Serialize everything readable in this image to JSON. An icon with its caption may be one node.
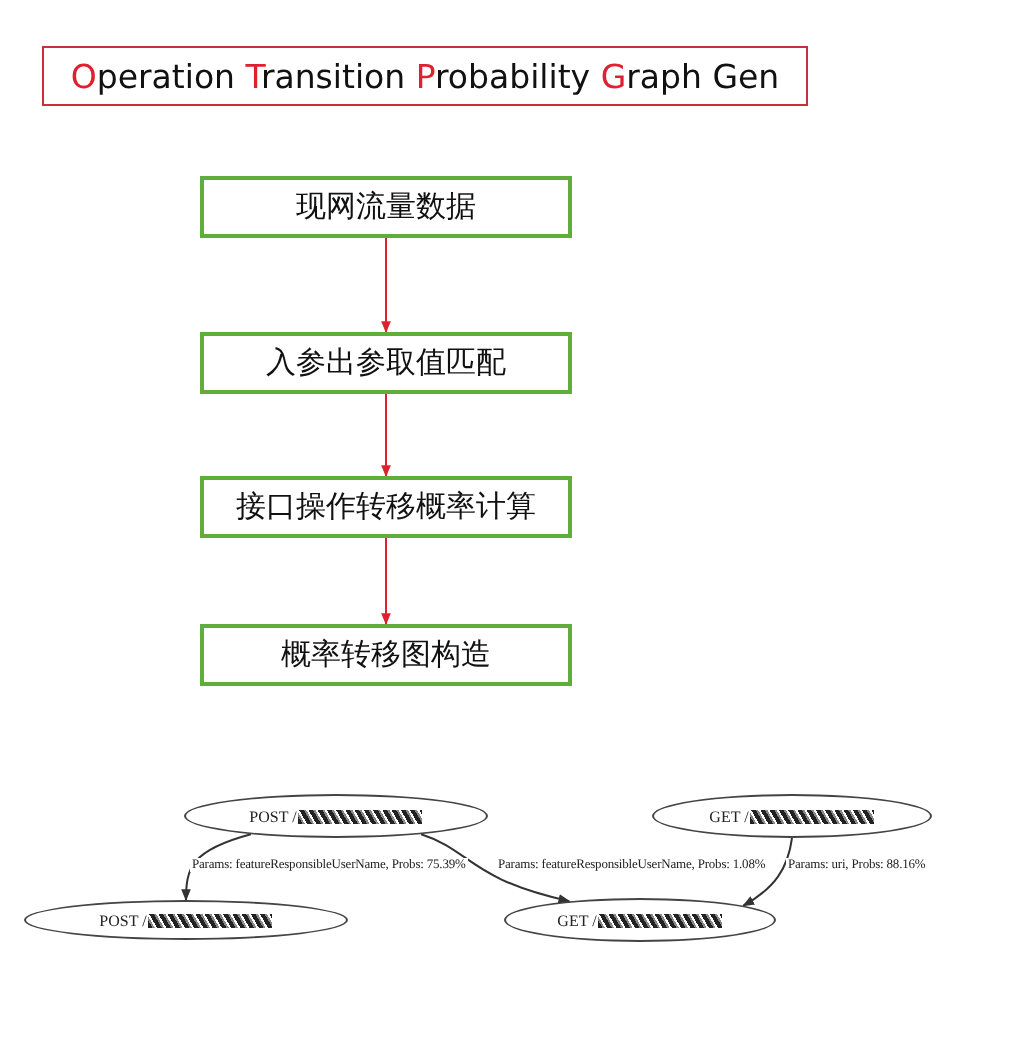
{
  "diagram": {
    "title": "Operation Transition Probability Graph Gen",
    "nodes": [
      {
        "text": [
          "现网流量数据"
        ]
      },
      {
        "text": [
          "入参出参取值匹配"
        ]
      },
      {
        "text": [
          "接口操作转移概率计算"
        ]
      },
      {
        "text": [
          "概率转移图构造"
        ]
      },
      {
        "text": [
          "POST /"
        ]
      },
      {
        "text": [
          "GET /"
        ]
      },
      {
        "text": [
          "POST /"
        ]
      },
      {
        "text": [
          "GET /"
        ]
      }
    ],
    "edges": [
      {
        "from": 0,
        "to": 1,
        "arrow": "to",
        "color": "#e0202f"
      },
      {
        "from": 1,
        "to": 2,
        "arrow": "to",
        "color": "#e0202f"
      },
      {
        "from": 2,
        "to": 3,
        "arrow": "to",
        "color": "#e0202f"
      },
      {
        "from": 4,
        "to": 6,
        "arrow": "to",
        "label": "Params: featureResponsibleUserName, Probs: 75.39%",
        "color": "#333333"
      },
      {
        "from": 4,
        "to": 7,
        "arrow": "to",
        "label": "Params: featureResponsibleUserName, Probs: 1.08%",
        "color": "#333333"
      },
      {
        "from": 5,
        "to": 7,
        "arrow": "to",
        "label": "Params: uri, Probs: 88.16%",
        "color": "#333333"
      }
    ]
  }
}
